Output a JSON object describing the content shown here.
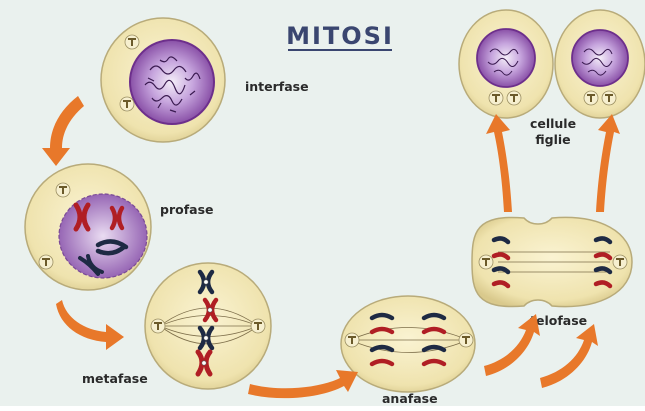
{
  "diagram": {
    "title": "MITOSI",
    "labels": {
      "interfase": "interfase",
      "profase": "profase",
      "metafase": "metafase",
      "anafase": "anafase",
      "telofase": "telofase",
      "cellule_line1": "cellule",
      "cellule_line2": "figlie"
    },
    "colors": {
      "background": "#eaf1ee",
      "cell_fill": "#f0e5b4",
      "cell_stroke": "#b8ab7a",
      "nucleus": "#8c5aaa",
      "chromatin": "#3a1a50",
      "chromosome_red": "#b01e24",
      "chromosome_dark": "#1e2a44",
      "arrow": "#e8782a",
      "title": "#3a4670"
    }
  }
}
